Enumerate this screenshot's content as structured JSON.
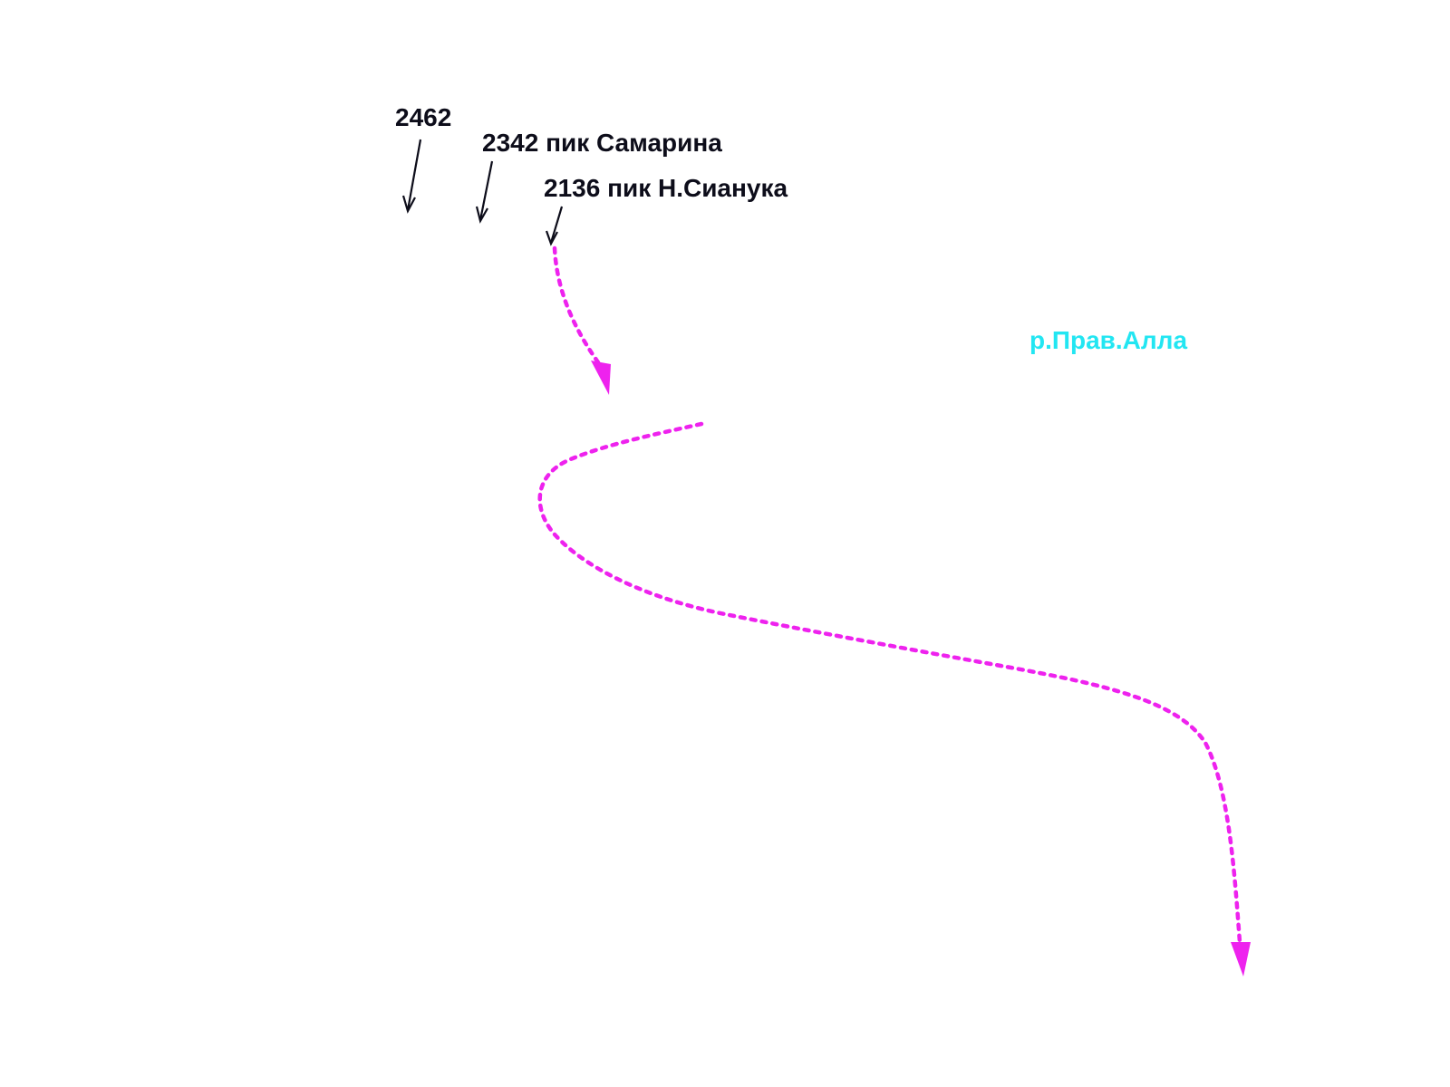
{
  "peaks": [
    {
      "id": "p2462",
      "label": "2462"
    },
    {
      "id": "p2342",
      "label": "2342 пик Самарина"
    },
    {
      "id": "p2136",
      "label": "2136 пик Н.Сианука"
    }
  ],
  "river": {
    "label": "р.Прав.Алла"
  },
  "colors": {
    "peak_text": "#0d0d1a",
    "peak_arrow": "#0d0d1a",
    "route": "#ee22ee",
    "river_text": "#22e6f2",
    "background": "#ffffff"
  }
}
